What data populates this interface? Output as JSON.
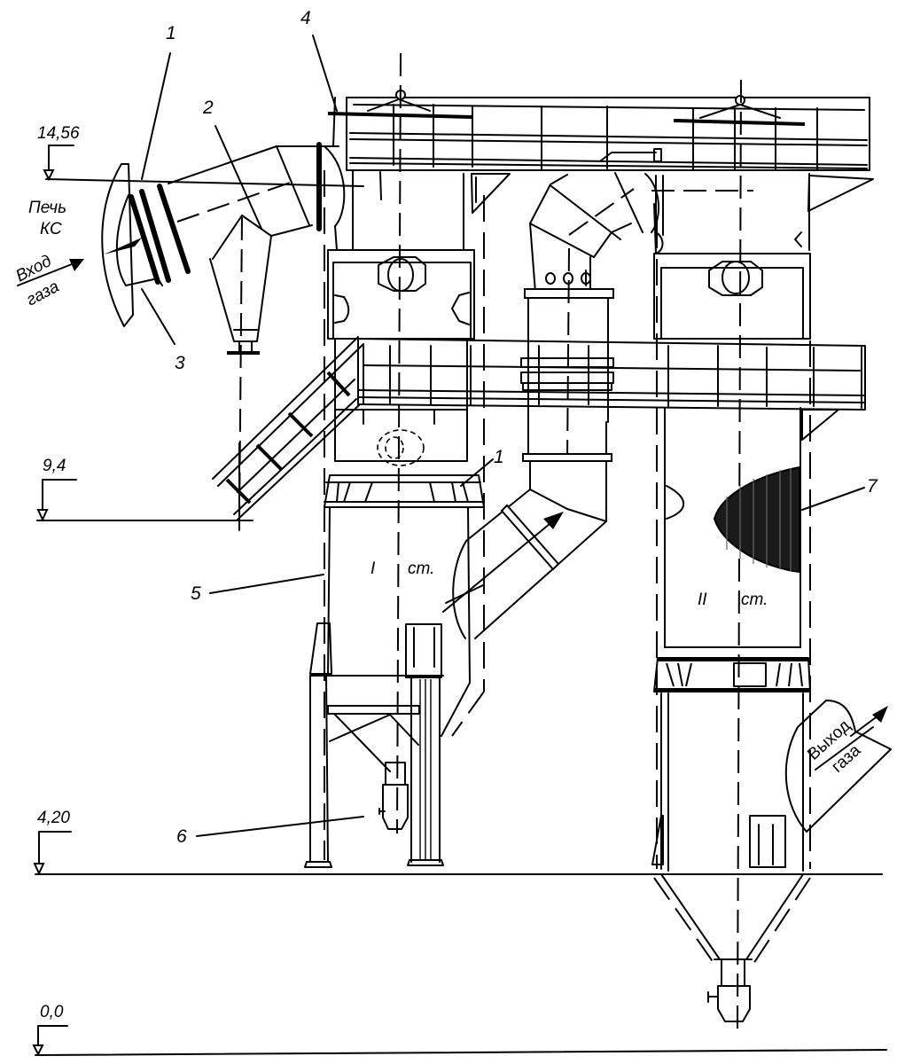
{
  "diagram": {
    "type": "engineering-elevation-drawing",
    "colors": {
      "line": "#000000",
      "background": "#ffffff"
    },
    "levels": [
      {
        "id": "lvl-1456",
        "label": "14,56"
      },
      {
        "id": "lvl-94",
        "label": "9,4"
      },
      {
        "id": "lvl-420",
        "label": "4,20"
      },
      {
        "id": "lvl-00",
        "label": "0,0"
      }
    ],
    "callouts": [
      {
        "id": "c1a",
        "label": "1"
      },
      {
        "id": "c2",
        "label": "2"
      },
      {
        "id": "c3",
        "label": "3"
      },
      {
        "id": "c4",
        "label": "4"
      },
      {
        "id": "c1b",
        "label": "1"
      },
      {
        "id": "c5",
        "label": "5"
      },
      {
        "id": "c6",
        "label": "6"
      },
      {
        "id": "c7",
        "label": "7"
      }
    ],
    "texts": {
      "furnace_line1": "Печь",
      "furnace_line2": "КС",
      "gas_inlet_line1": "Вход",
      "gas_inlet_line2": "газа",
      "gas_outlet_line1": "Выход",
      "gas_outlet_line2": "газа",
      "stage1_num": "I",
      "stage1_abbr": "ст.",
      "stage2_num": "II",
      "stage2_abbr": "ст."
    }
  }
}
